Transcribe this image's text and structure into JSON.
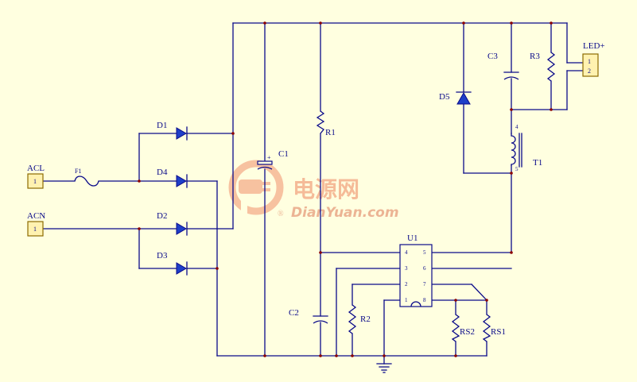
{
  "labels": {
    "acl": "ACL",
    "acn": "ACN",
    "fuse": "F1",
    "d1": "D1",
    "d2": "D2",
    "d3": "D3",
    "d4": "D4",
    "d5": "D5",
    "c1": "C1",
    "c1_plus": "+",
    "c2": "C2",
    "c3": "C3",
    "r1": "R1",
    "r2": "R2",
    "r3": "R3",
    "rs1": "RS1",
    "rs2": "RS2",
    "t1": "T1",
    "u1": "U1",
    "led": "LED+"
  },
  "pins": {
    "one": "1",
    "two": "2",
    "three": "3",
    "four": "4",
    "five": "5",
    "six": "6",
    "seven": "7",
    "eight": "8"
  },
  "watermark": {
    "cn": "电源网",
    "en": "DianYuan.com",
    "reg": "®"
  },
  "colors": {
    "background": "#FFFFE0",
    "wire": "#0B0B8A",
    "junction": "#8B0000",
    "diode_fill": "#1E3FC8",
    "watermark": "#F4B08C"
  }
}
